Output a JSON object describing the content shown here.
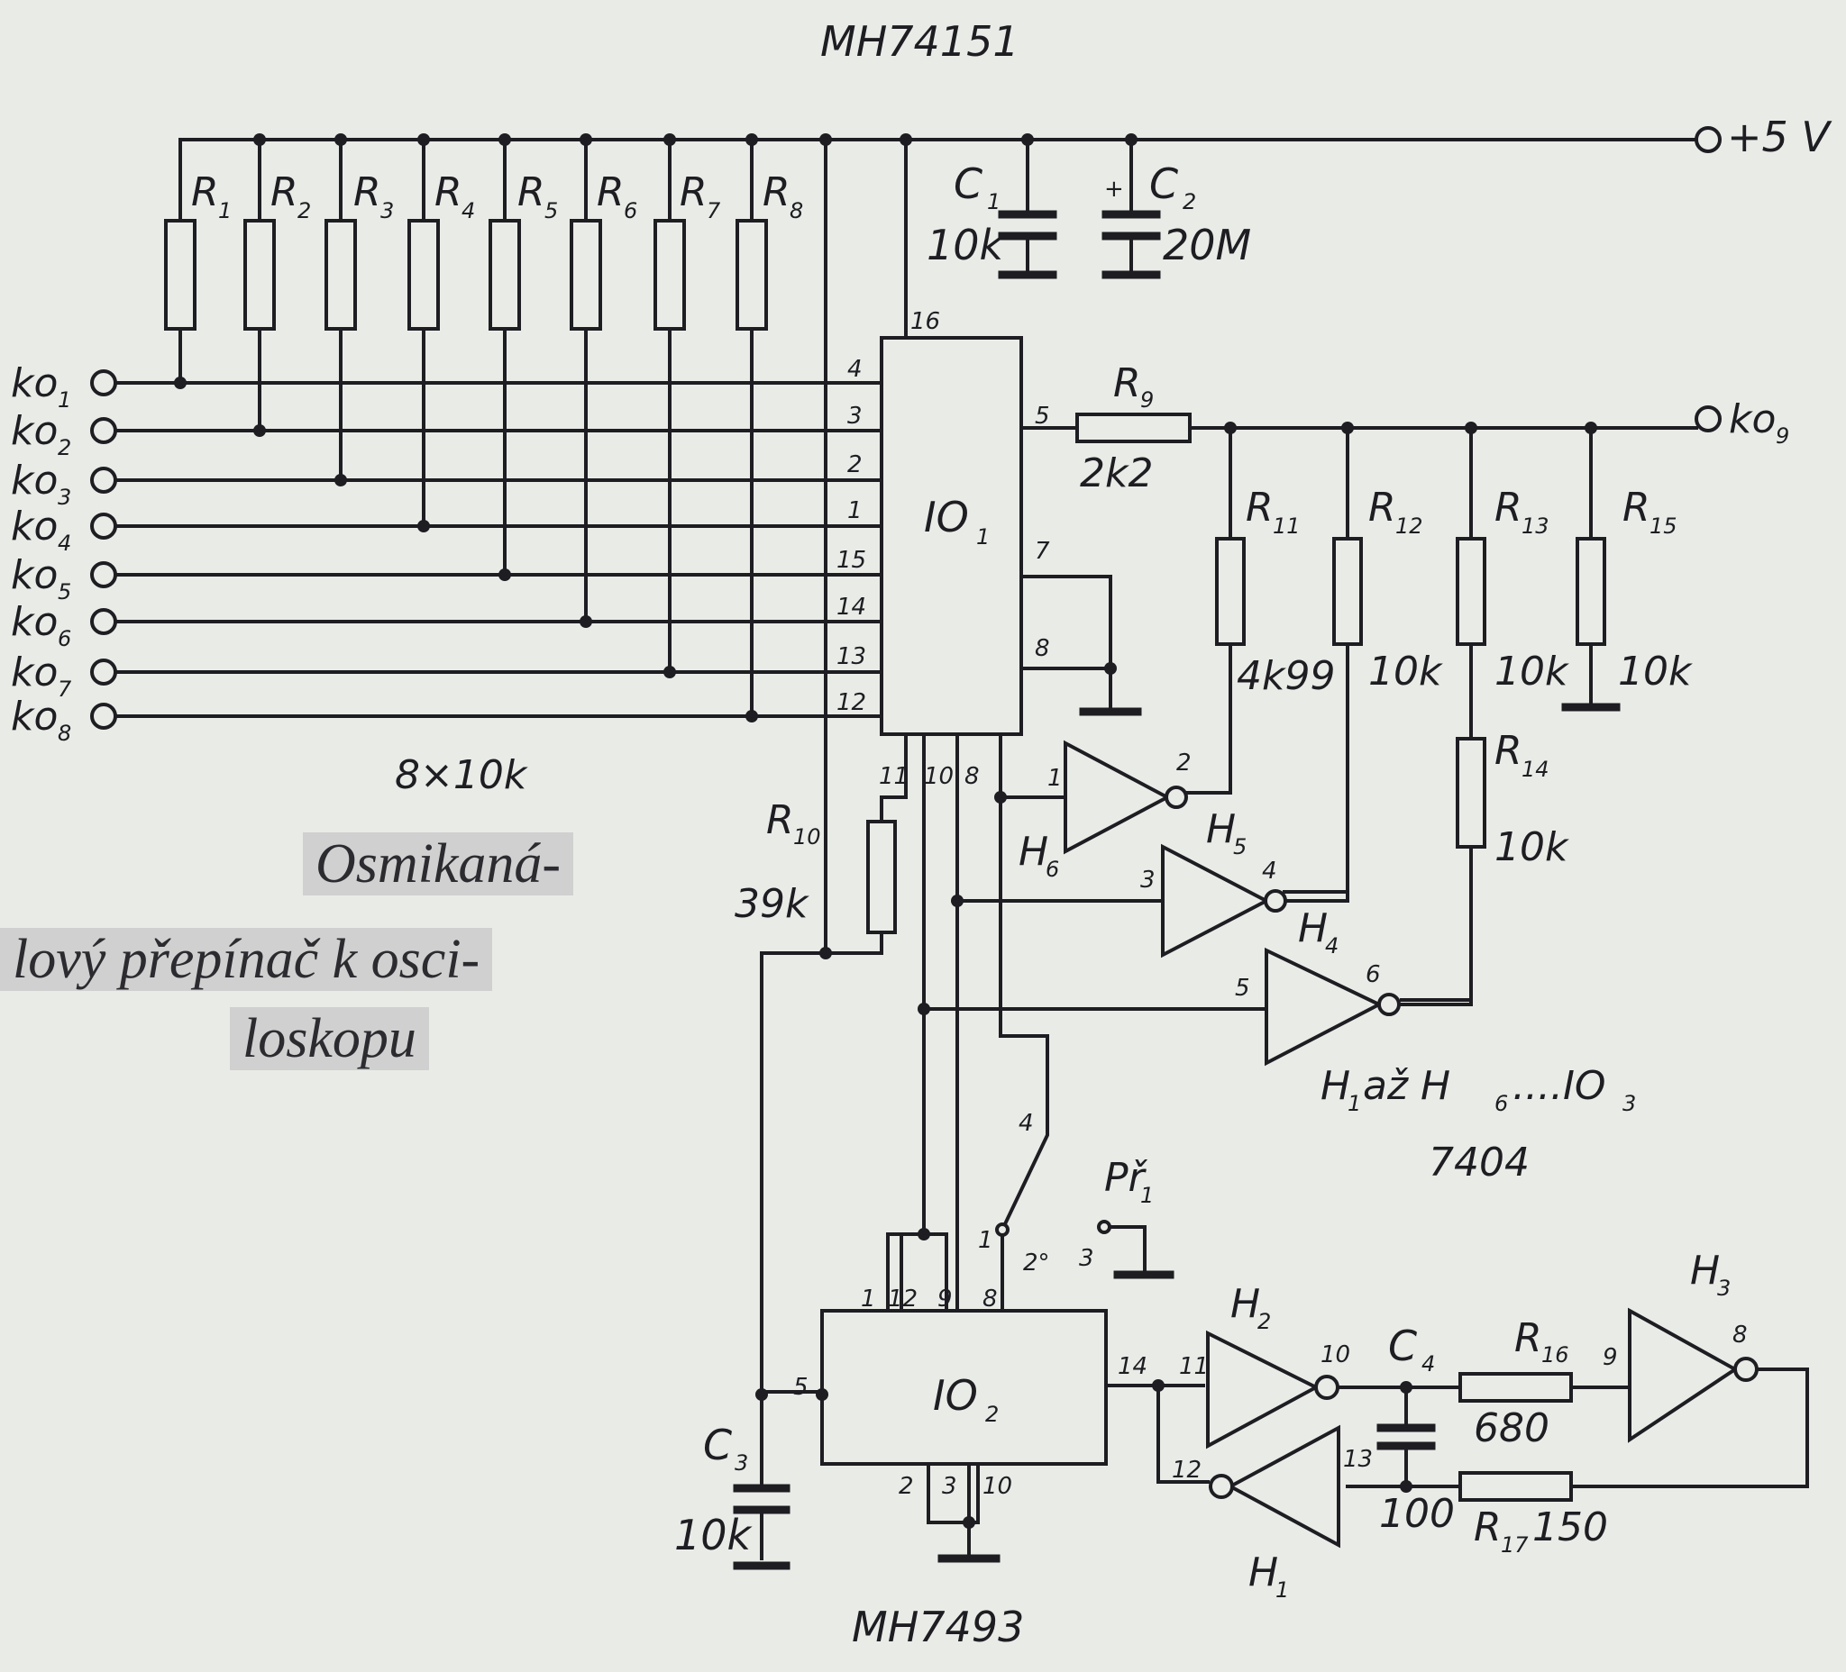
{
  "titles": {
    "top_ic": "MH74151",
    "bottom_ic": "MH7493"
  },
  "supply": "+5 V",
  "resistor_bank_note": "8×10k",
  "ics": {
    "io1": "IO",
    "io2": "IO"
  },
  "resistors": {
    "r1": "R",
    "r2": "R",
    "r3": "R",
    "r4": "R",
    "r5": "R",
    "r6": "R",
    "r7": "R",
    "r8": "R",
    "r9": "R",
    "r10": "R",
    "r11": "R",
    "r12": "R",
    "r13": "R",
    "r14": "R",
    "r15": "R",
    "r16": "R",
    "r17": "R"
  },
  "resistor_values": {
    "r9": "2k2",
    "r10": "39k",
    "r11": "4k99",
    "r12": "10k",
    "r13": "10k",
    "r14": "10k",
    "r15": "10k",
    "r16": "680",
    "r17": "150"
  },
  "capacitors": {
    "c1": "C",
    "c1_value": "10k",
    "c2": "C",
    "c2_value": "20M",
    "c3": "C",
    "c3_value": "10k",
    "c4": "C",
    "c4_value": "100"
  },
  "inputs": [
    "ko",
    "ko",
    "ko",
    "ko",
    "ko",
    "ko",
    "ko",
    "ko"
  ],
  "output": "ko",
  "gates": {
    "h1": "H",
    "h2": "H",
    "h3": "H",
    "h4": "H",
    "h5": "H",
    "h6": "H"
  },
  "gate_note_a": "H",
  "gate_note_b": "až H",
  "gate_note_c": "....IO",
  "gate_chip": "7404",
  "switch": "Př",
  "caption": {
    "line1": "Osmikaná-",
    "line2": "lový přepínač k osci-",
    "line3": "loskopu"
  },
  "subscripts": [
    "1",
    "2",
    "3",
    "4",
    "5",
    "6",
    "7",
    "8",
    "9",
    "10",
    "11",
    "12",
    "13",
    "14",
    "15",
    "16",
    "17"
  ]
}
